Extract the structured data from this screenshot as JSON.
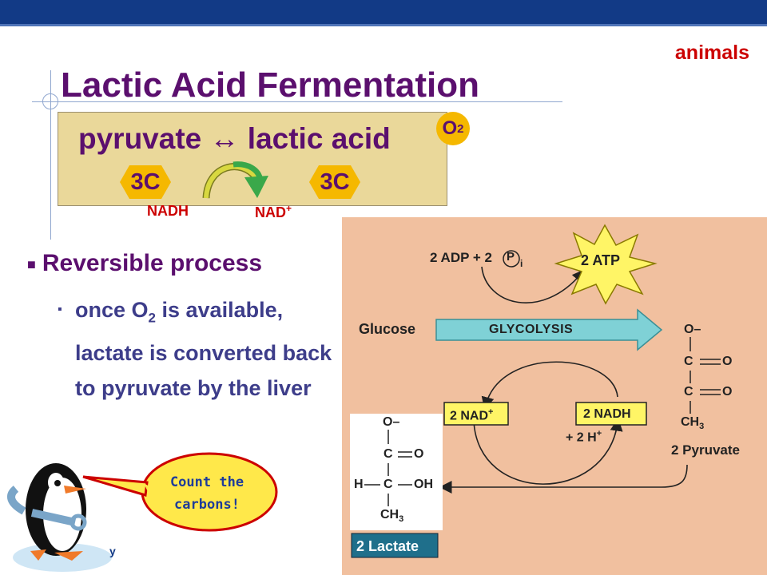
{
  "slide": {
    "corner_tag": "animals",
    "title": "Lactic Acid Fermentation",
    "equation": {
      "reactant": "pyruvate",
      "arrow": "↔",
      "product": "lactic acid",
      "reactant_carbons": "3C",
      "product_carbons": "3C",
      "cofactor_in": "NADH",
      "cofactor_out_base": "NAD",
      "cofactor_out_sup": "+",
      "oxygen_base": "O",
      "oxygen_sub": "2"
    },
    "bullets": {
      "main": "Reversible process",
      "sub_part1": "once O",
      "sub_sub": "2",
      "sub_part2": " is available, lactate is converted back to pyruvate by the liver"
    },
    "speech_bubble": {
      "line1": "Count the",
      "line2": "carbons!"
    },
    "footer_fragment": "y"
  },
  "figure": {
    "adp_label": "2 ADP + 2",
    "phosphate_symbol": "P",
    "phosphate_sub": "i",
    "atp_label": "2 ATP",
    "glucose_label": "Glucose",
    "glycolysis_label": "GLYCOLYSIS",
    "nad_label_base": "2 NAD",
    "nad_sup": "+",
    "nadh_label": "2 NADH",
    "proton_label_base": "+ 2 H",
    "proton_sup": "+",
    "pyruvate_label": "2 Pyruvate",
    "lactate_label": "2 Lactate",
    "pyruvate_structure": {
      "top": "O–",
      "c1": "C",
      "o1": "O",
      "c2": "C",
      "o2": "O",
      "ch3_base": "CH",
      "ch3_sub": "3"
    },
    "lactate_structure": {
      "top": "O–",
      "c1": "C",
      "o1": "O",
      "h": "H",
      "c2": "C",
      "oh": "OH",
      "ch3_base": "CH",
      "ch3_sub": "3"
    }
  },
  "colors": {
    "title_purple": "#5b0f6e",
    "accent_red": "#cc0000",
    "hex_gold": "#f5b800",
    "figure_bg": "#f1c09f",
    "glycolysis_arrow": "#7fd1d6",
    "cofactor_box": "#fff566"
  }
}
